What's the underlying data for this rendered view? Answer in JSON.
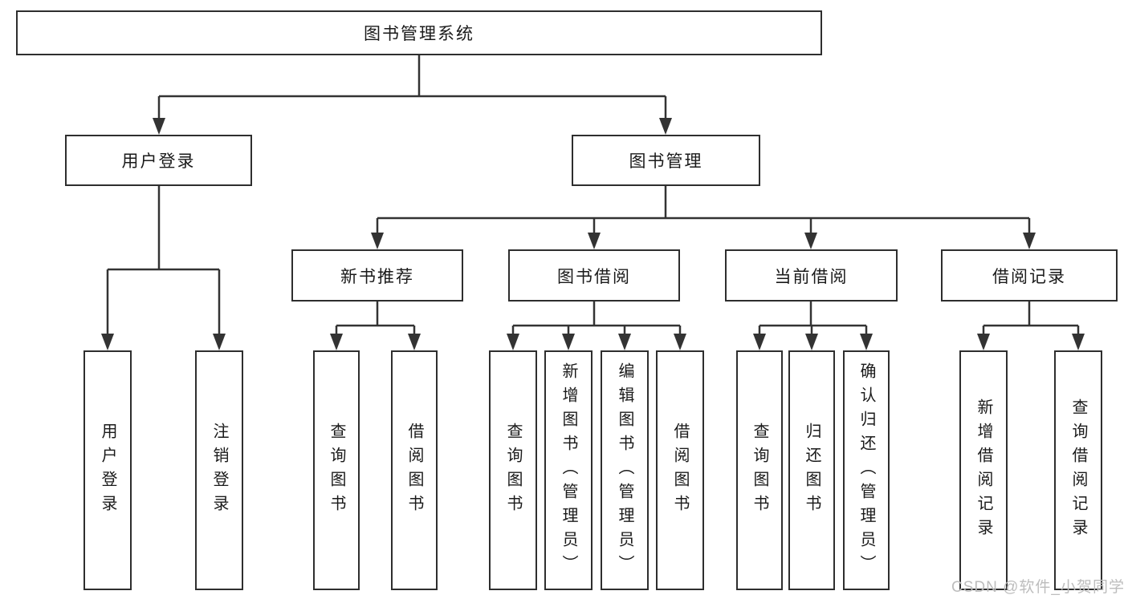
{
  "diagram": {
    "tree": {
      "label": "图书管理系统",
      "children": [
        {
          "label": "用户登录",
          "children": [
            {
              "label": "用户登录"
            },
            {
              "label": "注销登录"
            }
          ]
        },
        {
          "label": "图书管理",
          "children": [
            {
              "label": "新书推荐",
              "children": [
                {
                  "label": "查询图书"
                },
                {
                  "label": "借阅图书"
                }
              ]
            },
            {
              "label": "图书借阅",
              "children": [
                {
                  "label": "查询图书"
                },
                {
                  "label": "新增图书（管理员）"
                },
                {
                  "label": "编辑图书（管理员）"
                },
                {
                  "label": "借阅图书"
                }
              ]
            },
            {
              "label": "当前借阅",
              "children": [
                {
                  "label": "查询图书"
                },
                {
                  "label": "归还图书"
                },
                {
                  "label": "确认归还（管理员）"
                }
              ]
            },
            {
              "label": "借阅记录",
              "children": [
                {
                  "label": "新增借阅记录"
                },
                {
                  "label": "查询借阅记录"
                }
              ]
            }
          ]
        }
      ]
    },
    "colors": {
      "line": "#333333",
      "box_border": "#2e2e2e",
      "text": "#1a1a1a",
      "background": "#ffffff",
      "watermark": "#bdbdbd"
    }
  },
  "watermark": {
    "text": "CSDN @软件_小贺同学"
  }
}
